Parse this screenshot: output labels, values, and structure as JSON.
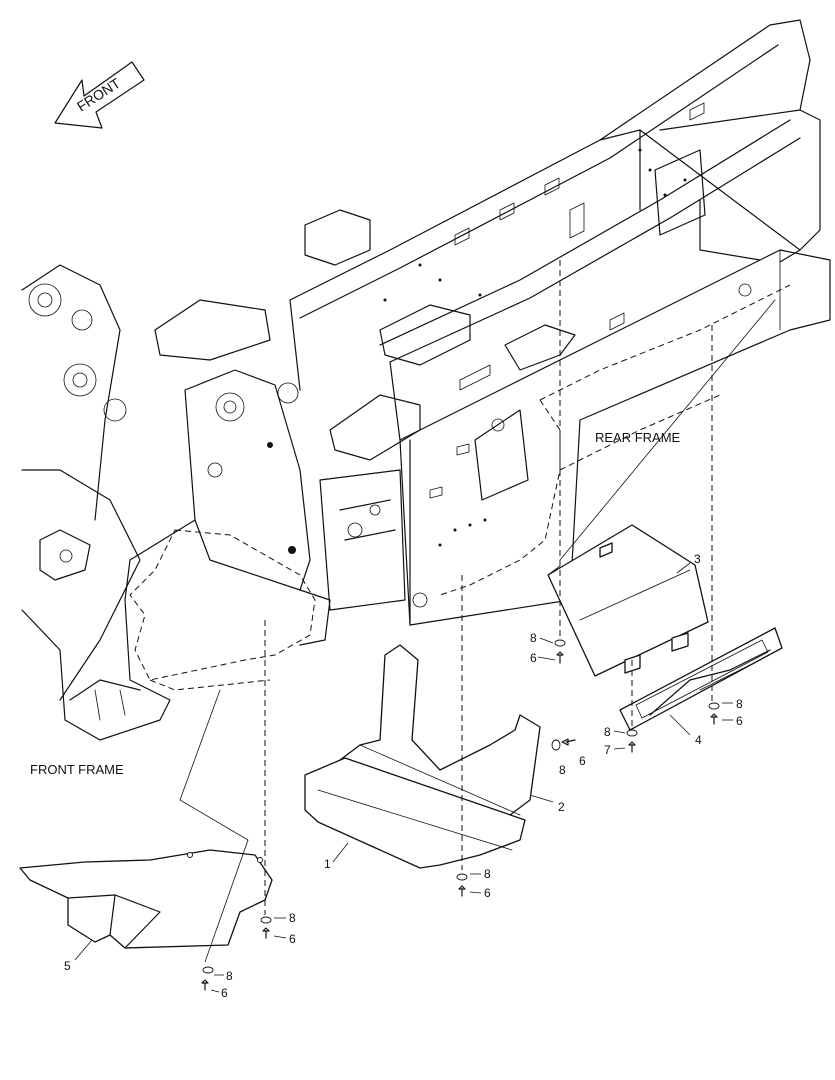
{
  "orientation": {
    "arrow_label": "FRONT"
  },
  "areas": {
    "rear_frame": "REAR FRAME",
    "front_frame": "FRONT FRAME"
  },
  "parts": {
    "p1": "1",
    "p2": "2",
    "p3": "3",
    "p4": "4",
    "p5": "5",
    "p6": "6",
    "p7": "7",
    "p8": "8"
  }
}
